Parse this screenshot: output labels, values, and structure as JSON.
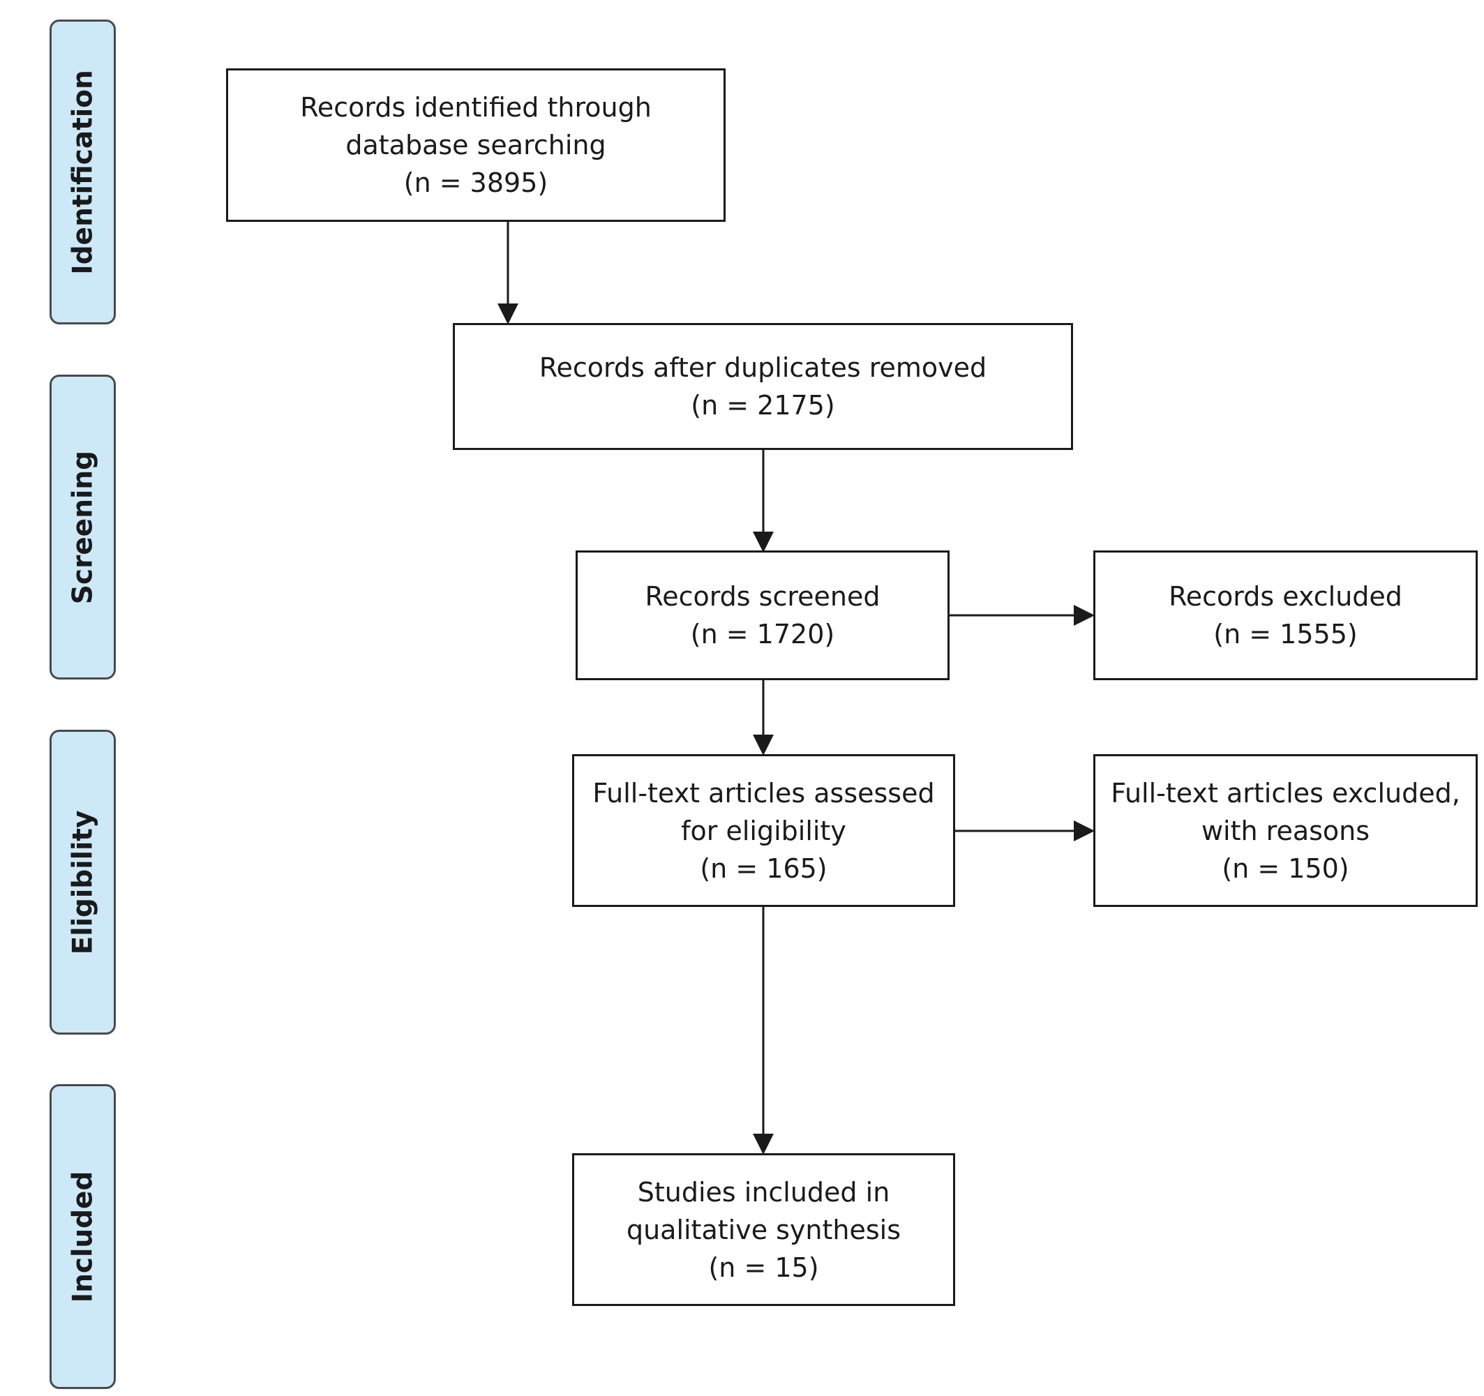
{
  "stages": {
    "identification": "Identification",
    "screening": "Screening",
    "eligibility": "Eligibility",
    "included": "Included"
  },
  "boxes": {
    "identified": {
      "line1": "Records identified through",
      "line2": "database searching",
      "count": "(n = 3895)"
    },
    "deduplicated": {
      "line1": "Records after duplicates removed",
      "count": "(n = 2175)"
    },
    "screened": {
      "line1": "Records screened",
      "count": "(n = 1720)"
    },
    "excluded": {
      "line1": "Records excluded",
      "count": "(n = 1555)"
    },
    "fulltext_assessed": {
      "line1": "Full-text articles assessed",
      "line2": "for eligibility",
      "count": "(n = 165)"
    },
    "fulltext_excluded": {
      "line1": "Full-text articles excluded,",
      "line2": "with reasons",
      "count": "(n = 150)"
    },
    "included": {
      "line1": "Studies included in",
      "line2": "qualitative synthesis",
      "count": "(n = 15)"
    }
  },
  "colors": {
    "stage_fill": "#cde9f8",
    "stroke": "#1a1a1a"
  }
}
